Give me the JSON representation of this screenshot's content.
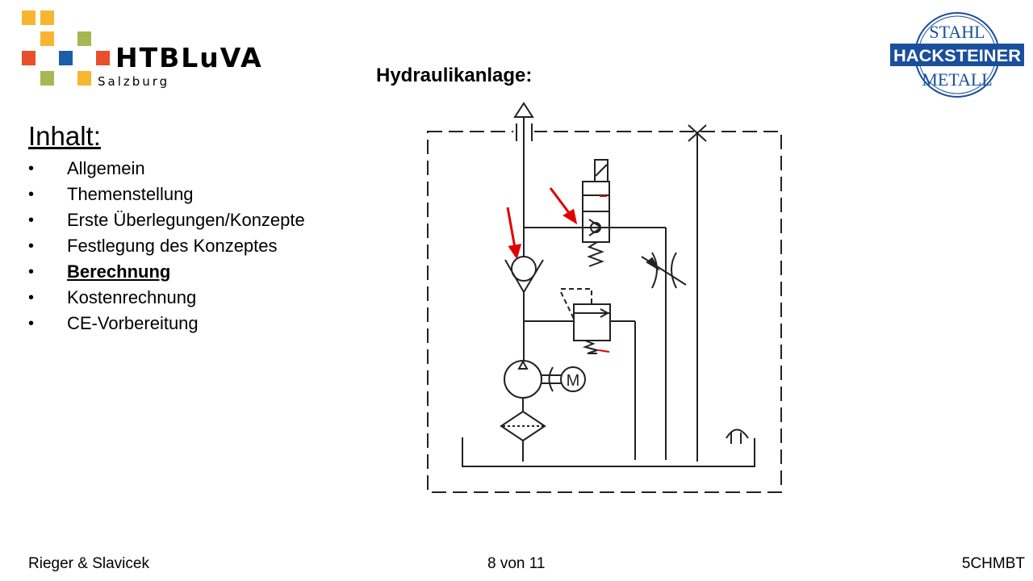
{
  "header": {
    "school_logo": {
      "name": "HTBLuVA",
      "city": "Salzburg"
    },
    "company_logo": {
      "top": "STAHL",
      "middle": "HACKSTEINER",
      "bottom": "METALL"
    },
    "title": "Hydraulikanlage:"
  },
  "toc": {
    "heading": "Inhalt:",
    "items": [
      {
        "label": "Allgemein",
        "active": false
      },
      {
        "label": "Themenstellung",
        "active": false
      },
      {
        "label": "Erste Überlegungen/Konzepte",
        "active": false
      },
      {
        "label": "Festlegung des Konzeptes",
        "active": false
      },
      {
        "label": "Berechnung",
        "active": true
      },
      {
        "label": "Kostenrechnung",
        "active": false
      },
      {
        "label": "CE-Vorbereitung",
        "active": false
      }
    ]
  },
  "footer": {
    "authors": "Rieger & Slavicek",
    "page": "8 von 11",
    "class": "5CHMBT"
  },
  "colors": {
    "brand_blue": "#1a4f9c",
    "arrow_red": "#e00000",
    "orange": "#f7b531",
    "red": "#e8502c",
    "green": "#a6b852",
    "blue": "#1a5ea8"
  }
}
